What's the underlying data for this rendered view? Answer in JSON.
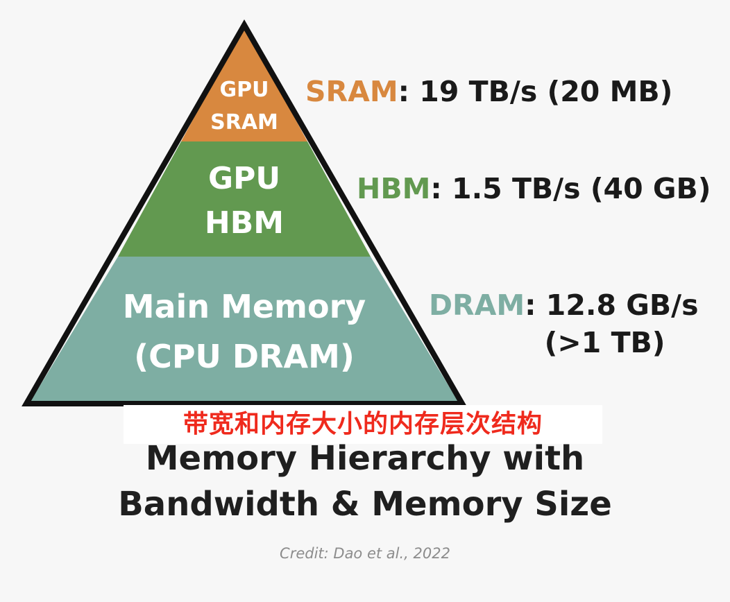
{
  "pyramid": {
    "tiers": [
      {
        "line1": "GPU",
        "line2": "SRAM",
        "color": "#d8883f"
      },
      {
        "line1": "GPU",
        "line2": "HBM",
        "color": "#629950"
      },
      {
        "line1": "Main Memory",
        "line2": "(CPU DRAM)",
        "color": "#7eaea3"
      }
    ],
    "outline_color": "#111111"
  },
  "labels": {
    "sram": {
      "name": "SRAM",
      "spec": ": 19 TB/s (20 MB)",
      "color": "#d8883f"
    },
    "hbm": {
      "name": "HBM",
      "spec": ": 1.5 TB/s (40 GB)",
      "color": "#629950"
    },
    "dram": {
      "name": "DRAM",
      "spec": ": 12.8 GB/s",
      "spec2": "(>1 TB)",
      "color": "#7eaea3"
    }
  },
  "chinese_caption": "带宽和内存大小的内存层次结构",
  "title": {
    "line1": "Memory Hierarchy with",
    "line2": "Bandwidth & Memory Size"
  },
  "credit": "Credit: Dao et al., 2022"
}
